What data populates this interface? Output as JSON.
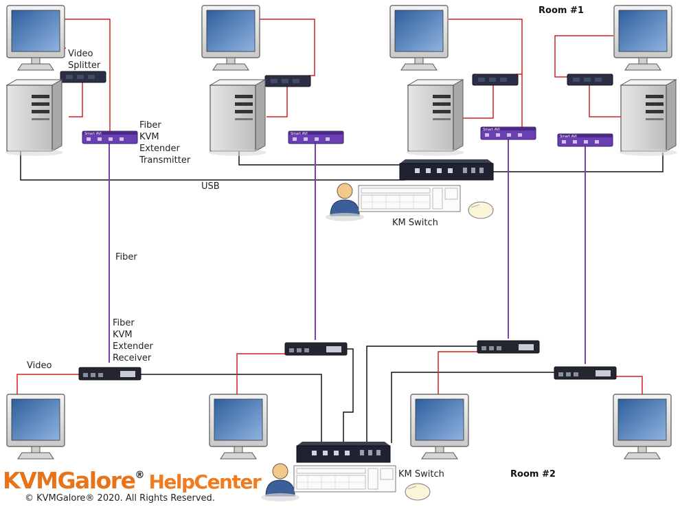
{
  "labels": {
    "room1": "Room #1",
    "room2": "Room #2",
    "video_splitter": [
      "Video",
      "Splitter"
    ],
    "transmitter": [
      "Fiber",
      "KVM",
      "Extender",
      "Transmitter"
    ],
    "receiver": [
      "Fiber",
      "KVM",
      "Extender",
      "Receiver"
    ],
    "usb": "USB",
    "fiber": "Fiber",
    "video": "Video",
    "km_switch_top": "KM Switch",
    "km_switch_bottom": "KM Switch",
    "device_brand": "Smart AVI"
  },
  "footer": {
    "brand": "KVMGalore",
    "reg_mark": "®",
    "helpcenter": "HelpCenter",
    "copyright": "© KVMGalore® 2020. All Rights Reserved."
  },
  "colors": {
    "video_cable": "#d42020",
    "fiber_cable": "#7a3ea8",
    "usb_cable": "#111111",
    "extender": "#6b3fb3",
    "switch_body": "#1f2230",
    "logo_orange": "#e8741a"
  }
}
